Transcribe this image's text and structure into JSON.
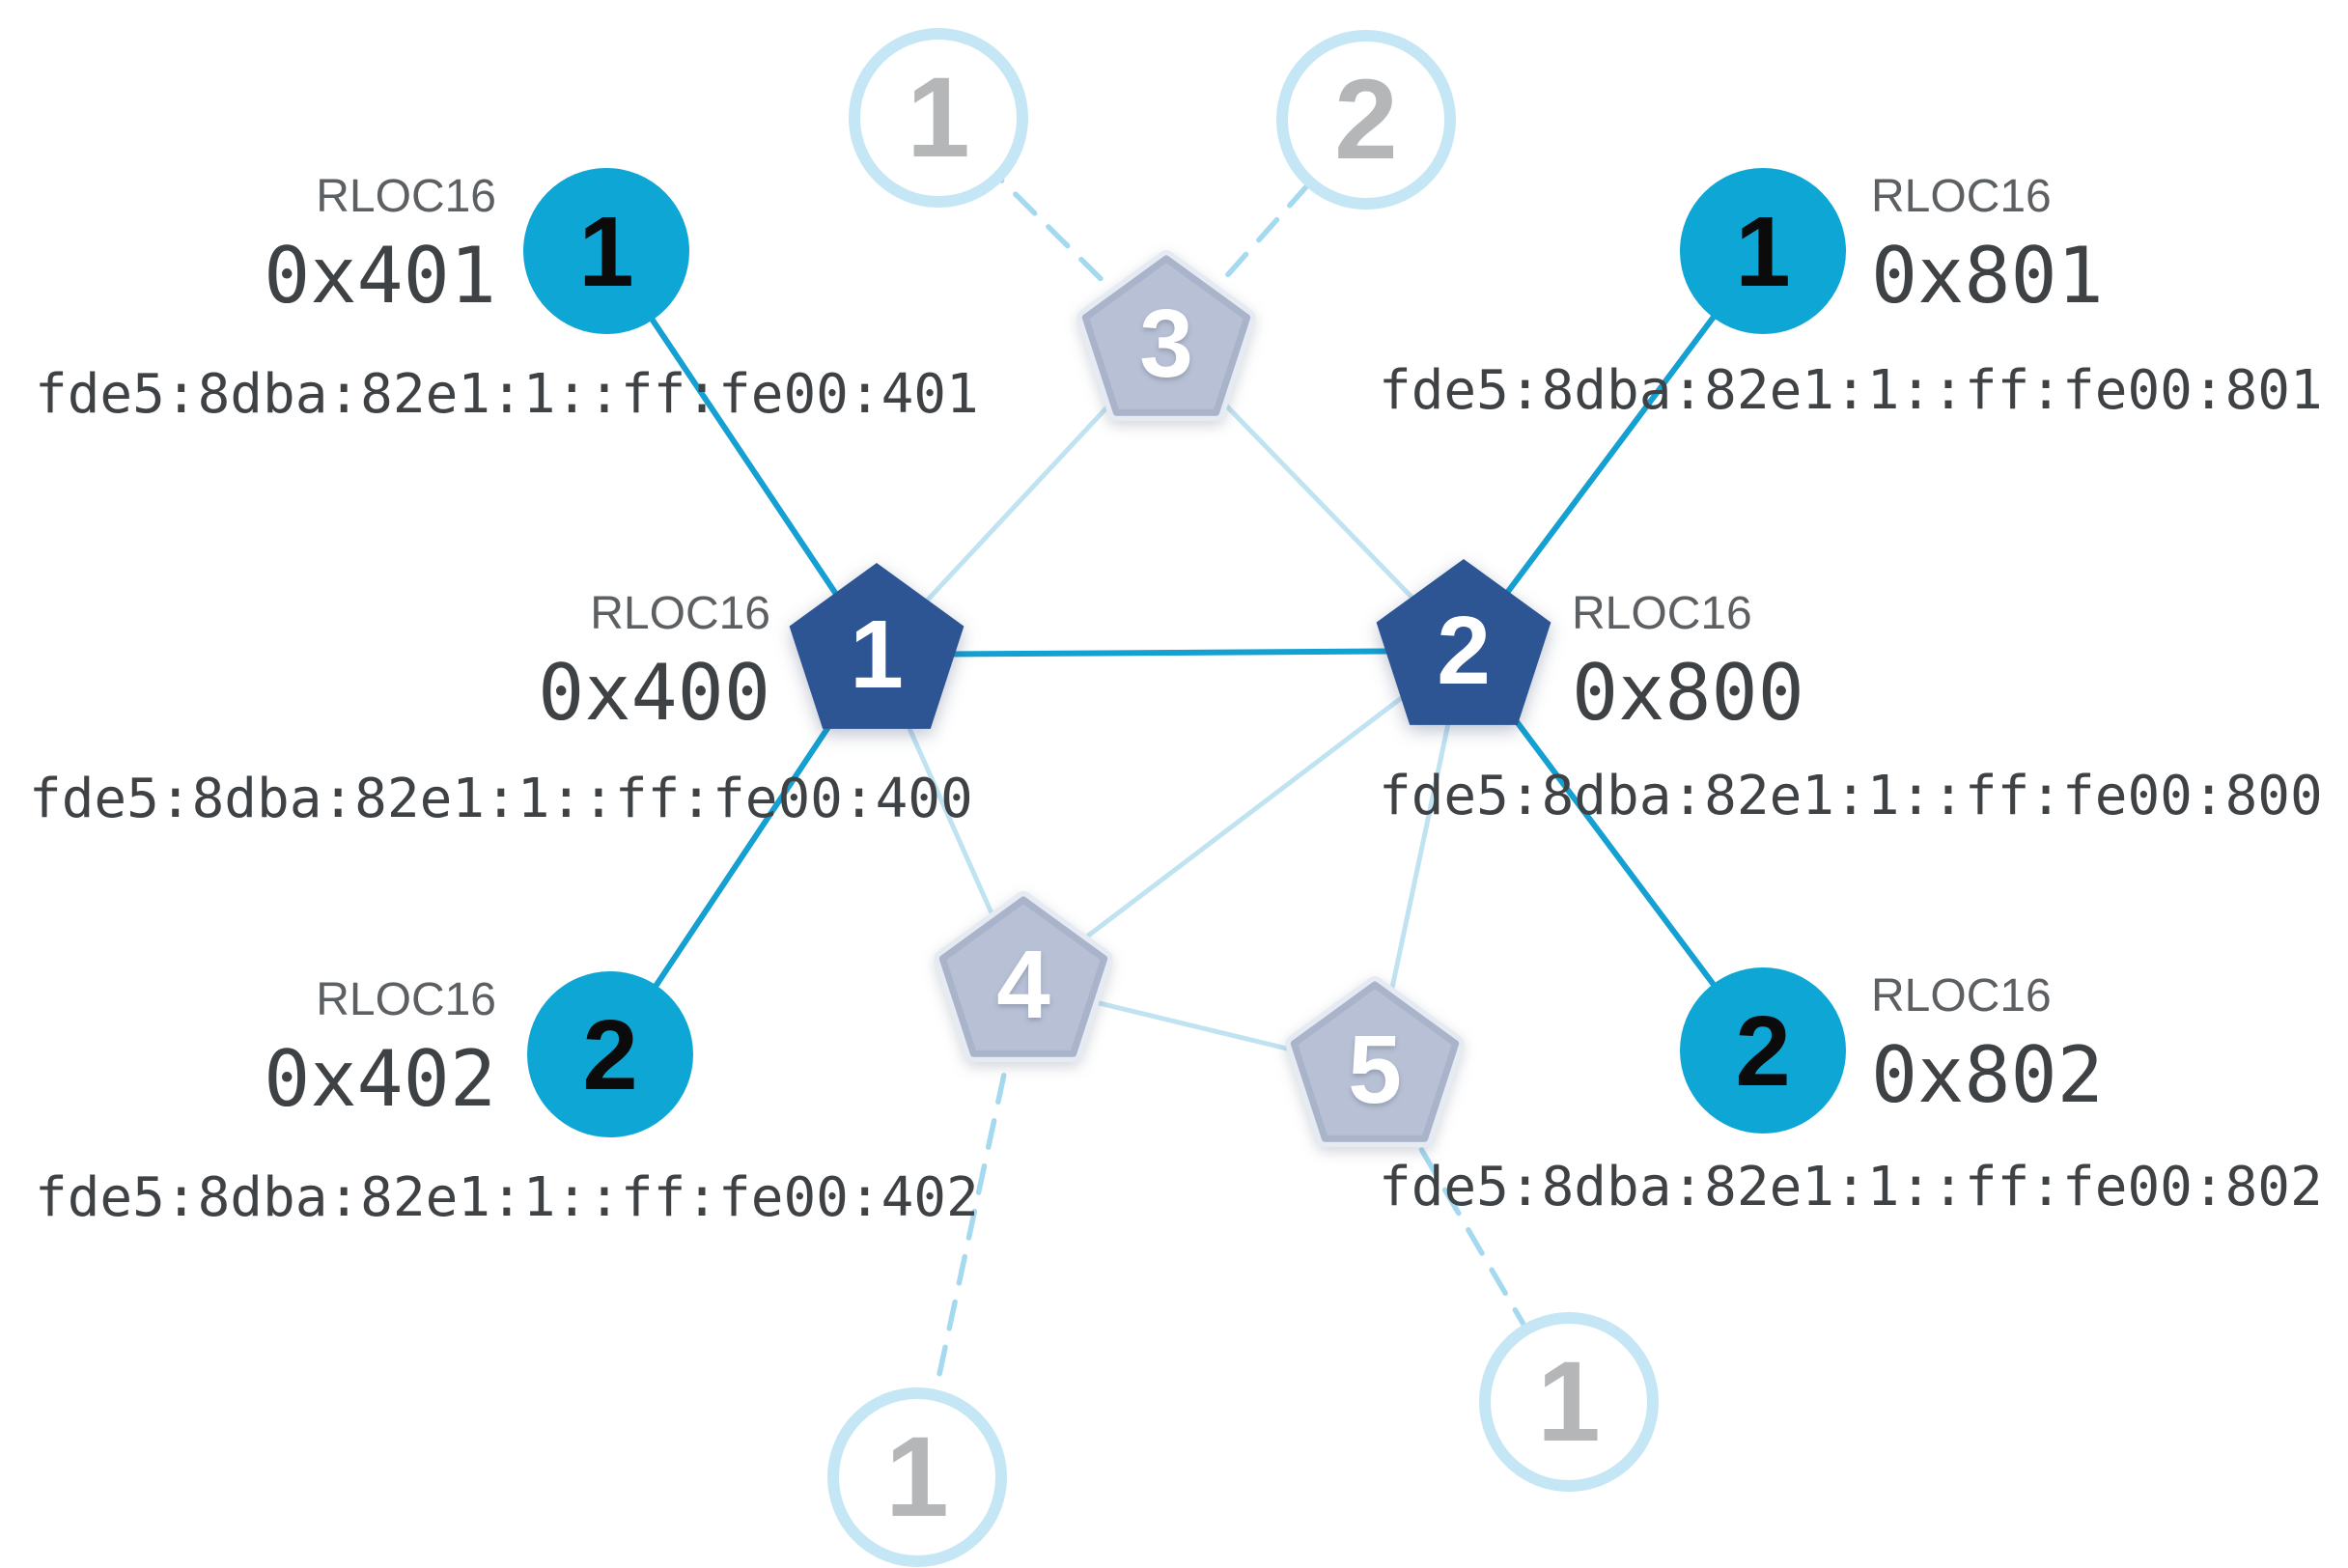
{
  "labels": {
    "rloc16": "RLOC16"
  },
  "nodes": {
    "router_1": {
      "num": "1",
      "rloc": "0x400",
      "ipv6": "fde5:8dba:82e1:1::ff:fe00:400",
      "state": "active"
    },
    "router_2": {
      "num": "2",
      "rloc": "0x800",
      "ipv6": "fde5:8dba:82e1:1::ff:fe00:800",
      "state": "active"
    },
    "router_3": {
      "num": "3",
      "state": "faded"
    },
    "router_4": {
      "num": "4",
      "state": "faded"
    },
    "router_5": {
      "num": "5",
      "state": "faded"
    },
    "child_401": {
      "num": "1",
      "rloc": "0x401",
      "ipv6": "fde5:8dba:82e1:1::ff:fe00:401",
      "state": "active"
    },
    "child_402": {
      "num": "2",
      "rloc": "0x402",
      "ipv6": "fde5:8dba:82e1:1::ff:fe00:402",
      "state": "active"
    },
    "child_801": {
      "num": "1",
      "rloc": "0x801",
      "ipv6": "fde5:8dba:82e1:1::ff:fe00:801",
      "state": "active"
    },
    "child_802": {
      "num": "2",
      "rloc": "0x802",
      "ipv6": "fde5:8dba:82e1:1::ff:fe00:802",
      "state": "active"
    },
    "idle_top_1": {
      "num": "1",
      "state": "idle"
    },
    "idle_top_2": {
      "num": "2",
      "state": "idle"
    },
    "idle_bottom_left": {
      "num": "1",
      "state": "idle"
    },
    "idle_bottom_right": {
      "num": "1",
      "state": "idle"
    }
  },
  "colors": {
    "background": "#ffffff",
    "child_active": "#0ea6d4",
    "router_active": "#2d5493",
    "router_faded_fill": "#b7c0d4",
    "router_faded_border": "#a9b3c9",
    "router_faded_halo": "#e6ebf3",
    "circle_faded_border": "#c4e6f5",
    "circle_faded_numeral": "#b4b6b8",
    "link_active": "#14a0d2",
    "link_faded": "#c0e3f2",
    "link_dashed": "#a5d9ef",
    "label_gray": "#5d6063",
    "mono_dark": "#3f4245",
    "numeral_dark": "#0b0b0b",
    "numeral_white": "#ffffff"
  }
}
